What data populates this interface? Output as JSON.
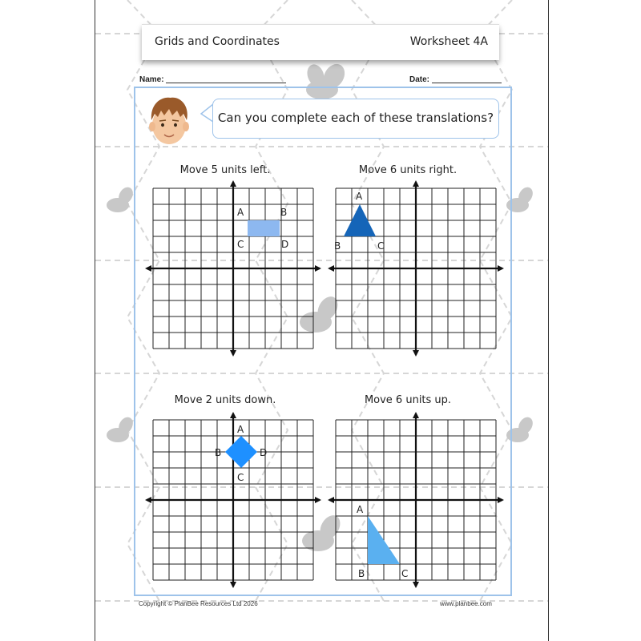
{
  "header": {
    "title": "Grids and Coordinates",
    "worksheet": "Worksheet 4A"
  },
  "fields": {
    "name_label": "Name:",
    "date_label": "Date:"
  },
  "speech": {
    "text": "Can you complete each of these translations?"
  },
  "questions": [
    {
      "instruction": "Move 5 units left.",
      "shape": "rectangle",
      "vertex_labels": [
        "A",
        "B",
        "C",
        "D"
      ],
      "color": "#8db8f0"
    },
    {
      "instruction": "Move 6 units right.",
      "shape": "triangle",
      "vertex_labels": [
        "A",
        "B",
        "C"
      ],
      "color": "#1565b8"
    },
    {
      "instruction": "Move 2 units down.",
      "shape": "square",
      "vertex_labels": [
        "A",
        "B",
        "C",
        "D"
      ],
      "color": "#1e90ff"
    },
    {
      "instruction": "Move 6 units up.",
      "shape": "right-triangle",
      "vertex_labels": [
        "A",
        "B",
        "C"
      ],
      "color": "#5ab0f0"
    }
  ],
  "colors": {
    "frame": "#9ec3ea",
    "watermark": "#c8c8c8"
  },
  "footer": {
    "copyright": "Copyright © PlanBee Resources Ltd 2026",
    "website": "www.planbee.com"
  }
}
